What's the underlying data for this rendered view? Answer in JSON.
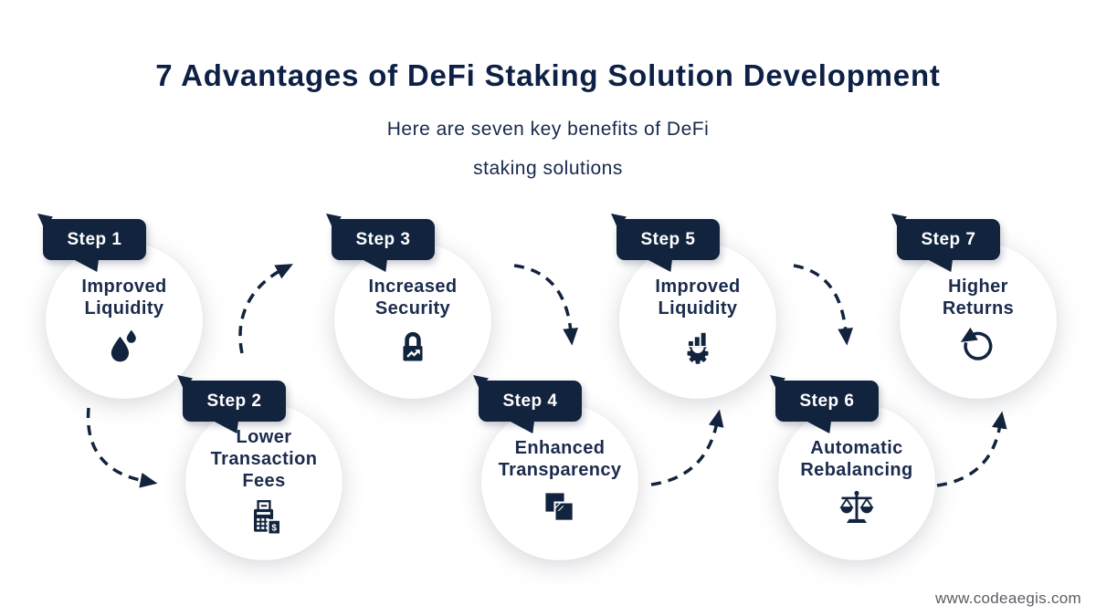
{
  "colors": {
    "navy": "#12233e",
    "title_text": "#0d2045",
    "body_text": "#1b2b4d",
    "circle_fill": "#ffffff",
    "badge_text": "#ffffff",
    "footer_text": "#595d63",
    "background": "#ffffff"
  },
  "header": {
    "title": "7 Advantages of DeFi Staking Solution Development",
    "subtitle_line1": "Here are seven key benefits of DeFi",
    "subtitle_line2": "staking solutions"
  },
  "steps": [
    {
      "badge": "Step 1",
      "label": "Improved Liquidity",
      "icon": "water-drops-icon"
    },
    {
      "badge": "Step 2",
      "label": "Lower Transaction Fees",
      "icon": "payment-terminal-icon"
    },
    {
      "badge": "Step 3",
      "label": "Increased Security",
      "icon": "lock-growth-icon"
    },
    {
      "badge": "Step 4",
      "label": "Enhanced Transparency",
      "icon": "overlapping-squares-icon"
    },
    {
      "badge": "Step 5",
      "label": "Improved Liquidity",
      "icon": "gear-chart-icon"
    },
    {
      "badge": "Step 6",
      "label": "Automatic Rebalancing",
      "icon": "balance-scale-icon"
    },
    {
      "badge": "Step 7",
      "label": "Higher Returns",
      "icon": "rotate-ccw-icon"
    }
  ],
  "flow": {
    "arrows": [
      "step1-to-step2",
      "step2-to-step3",
      "step3-to-step4",
      "step4-to-step5",
      "step5-to-step6",
      "step6-to-step7"
    ]
  },
  "footer": {
    "website": "www.codeaegis.com"
  }
}
